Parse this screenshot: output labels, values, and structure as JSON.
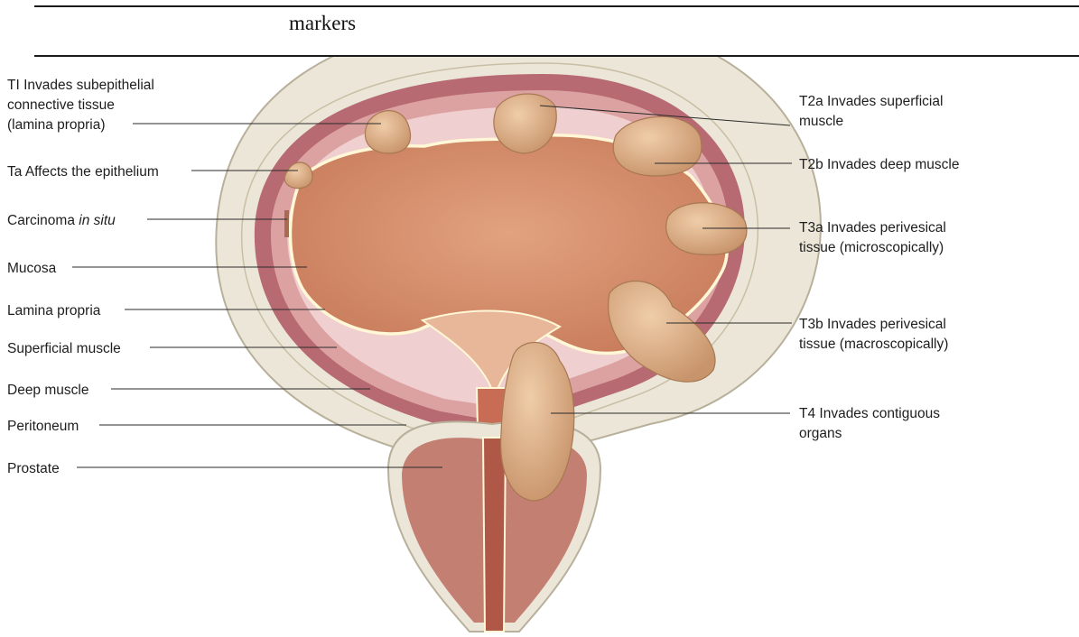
{
  "header": {
    "text": "markers"
  },
  "colors": {
    "serosa": "#ebe6d8",
    "deep_muscle": "#b86a72",
    "superficial_muscle": "#dca2a2",
    "lamina_propria": "#efcfcf",
    "mucosa_line": "#fff7d6",
    "lumen": "#d98f6b",
    "tumor": "#d9a981",
    "prostate": "#c47f73",
    "leader": "#2a2a2a"
  },
  "labels_left": [
    {
      "lines": [
        "TI Invades subepithelial",
        "connective tissue",
        "(lamina propria)"
      ]
    },
    {
      "lines": [
        "Ta Affects the epithelium"
      ]
    },
    {
      "prefix": "Carcinoma ",
      "italic": "in situ"
    },
    {
      "lines": [
        "Mucosa"
      ]
    },
    {
      "lines": [
        "Lamina propria"
      ]
    },
    {
      "lines": [
        "Superficial muscle"
      ]
    },
    {
      "lines": [
        "Deep muscle"
      ]
    },
    {
      "lines": [
        "Peritoneum"
      ]
    },
    {
      "lines": [
        "Prostate"
      ]
    }
  ],
  "labels_right": [
    {
      "lines": [
        "T2a Invades superficial",
        "muscle"
      ]
    },
    {
      "lines": [
        "T2b Invades deep muscle"
      ]
    },
    {
      "lines": [
        "T3a Invades perivesical",
        "tissue (microscopically)"
      ]
    },
    {
      "lines": [
        "T3b Invades perivesical",
        "tissue (macroscopically)"
      ]
    },
    {
      "lines": [
        "T4 Invades contiguous",
        "organs"
      ]
    }
  ]
}
